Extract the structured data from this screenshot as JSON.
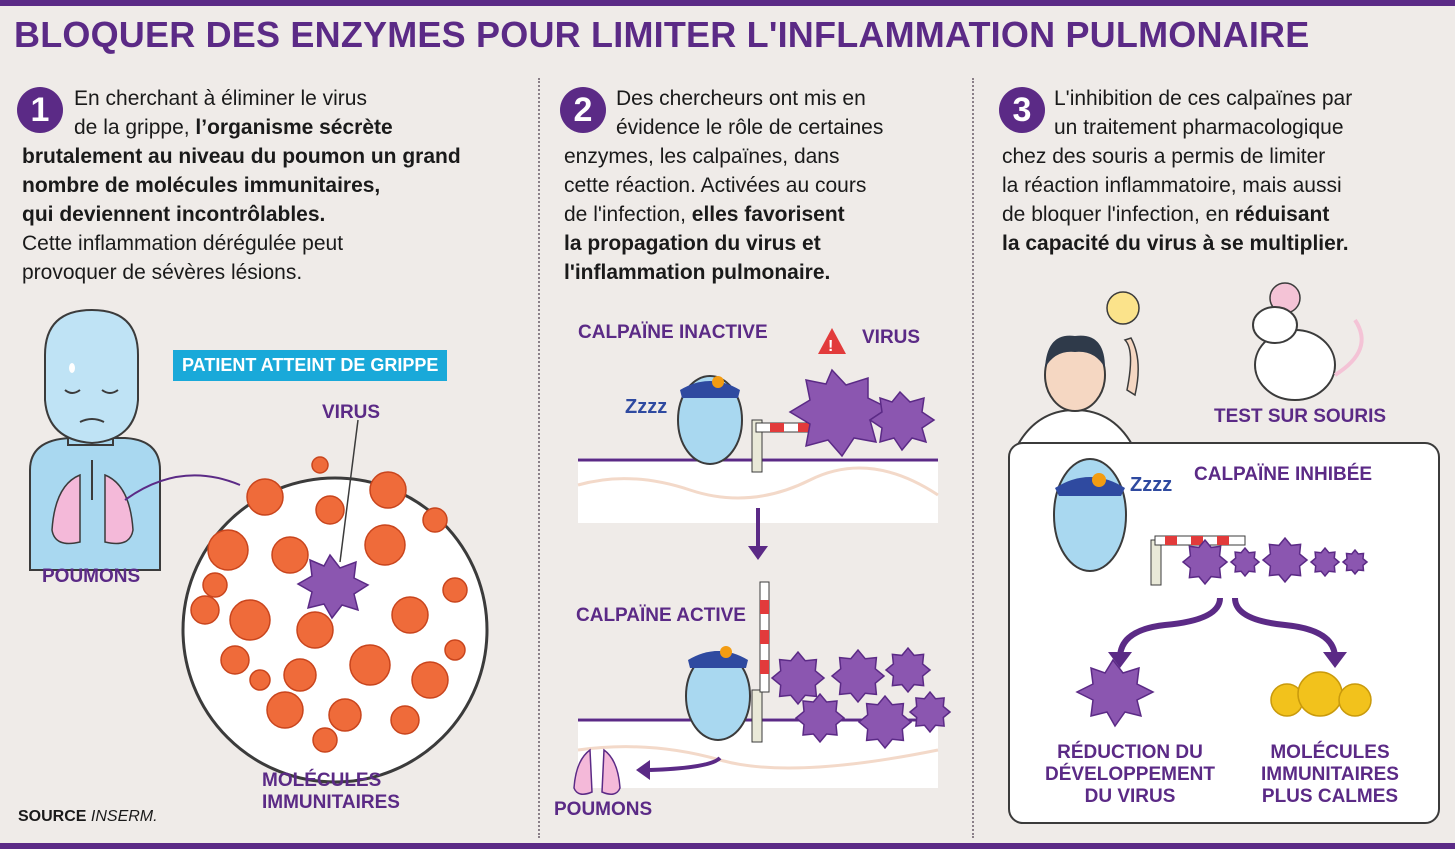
{
  "title": "BLOQUER DES ENZYMES POUR LIMITER L'INFLAMMATION PULMONAIRE",
  "colors": {
    "brand": "#5b2a86",
    "cyan": "#19a9d9",
    "virus": "#8b56b0",
    "immune": "#ef6b3a",
    "calm": "#f2c21c",
    "alert": "#e23b3b"
  },
  "steps": [
    {
      "number": "1",
      "lines": [
        {
          "t": "En cherchant à éliminer le virus"
        },
        {
          "t": "de la grippe, ",
          "b": "l’organisme sécrète"
        },
        {
          "b": "brutalement au niveau du poumon un grand"
        },
        {
          "b": "nombre de molécules immunitaires,"
        },
        {
          "b": "qui deviennent incontrôlables."
        },
        {
          "t": "Cette inflammation dérégulée peut"
        },
        {
          "t": "provoquer de sévères lésions."
        }
      ]
    },
    {
      "number": "2",
      "lines": [
        {
          "t": "Des chercheurs ont mis en"
        },
        {
          "t": "évidence le rôle de certaines"
        },
        {
          "t": "enzymes, les calpaïnes, dans"
        },
        {
          "t": "cette réaction. Activées au cours"
        },
        {
          "t": "de l'infection, ",
          "b": "elles favorisent"
        },
        {
          "b": "la propagation du virus et"
        },
        {
          "b": "l'inflammation pulmonaire."
        }
      ]
    },
    {
      "number": "3",
      "lines": [
        {
          "t": "L'inhibition de ces calpaïnes par"
        },
        {
          "t": "un traitement pharmacologique"
        },
        {
          "t": "chez des souris a permis de limiter"
        },
        {
          "t": "la réaction inflammatoire, mais aussi"
        },
        {
          "t": "de bloquer l'infection, en ",
          "b": "réduisant"
        },
        {
          "b": "la capacité du virus à se multiplier."
        }
      ]
    }
  ],
  "panel1": {
    "badge": "PATIENT ATTEINT DE GRIPPE",
    "virus_label": "VIRUS",
    "lungs_label": "POUMONS",
    "molecules_label_1": "MOLÉCULES",
    "molecules_label_2": "IMMUNITAIRES"
  },
  "panel2": {
    "inactive_label": "CALPAÏNE INACTIVE",
    "virus_label": "VIRUS",
    "active_label": "CALPAÏNE ACTIVE",
    "lungs_label": "POUMONS",
    "zzz": "Zzzz"
  },
  "panel3": {
    "mouse_label": "TEST SUR SOURIS",
    "inhibited_label": "CALPAÏNE INHIBÉE",
    "zzz": "Zzzz",
    "result1_line1": "RÉDUCTION DU",
    "result1_line2": "DÉVELOPPEMENT",
    "result1_line3": "DU VIRUS",
    "result2_line1": "MOLÉCULES",
    "result2_line2": "IMMUNITAIRES",
    "result2_line3": "PLUS CALMES"
  },
  "source": {
    "label": "SOURCE",
    "value": "INSERM."
  }
}
